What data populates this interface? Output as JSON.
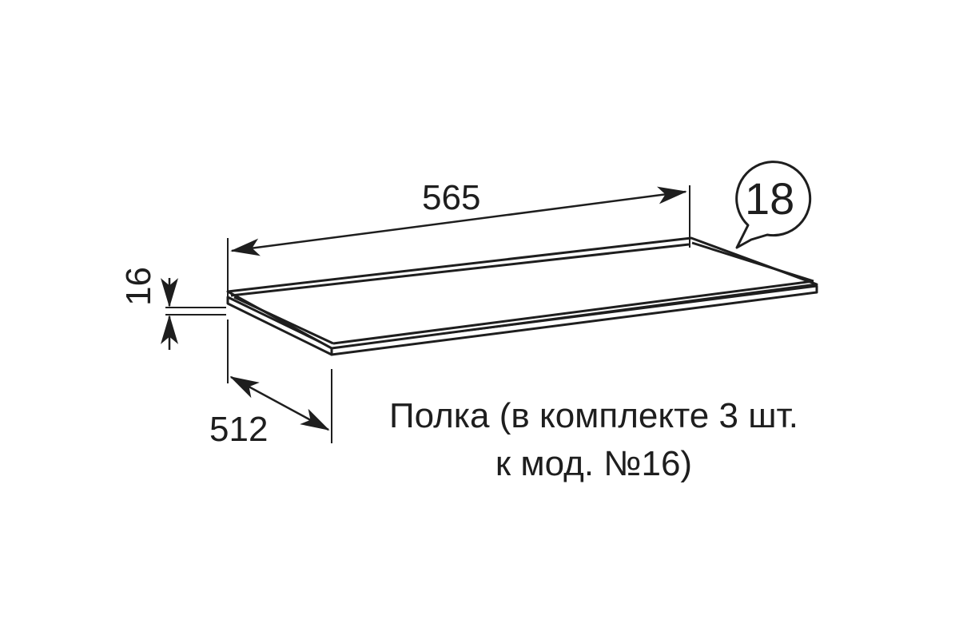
{
  "part": {
    "callout_number": "18",
    "caption_line_1": "Полка (в комплекте 3 шт.",
    "caption_line_2": "к мод. №16)"
  },
  "dimensions": {
    "length": "565",
    "depth": "512",
    "thickness": "16"
  },
  "colors": {
    "ink": "#1e1e1e",
    "background": "#ffffff"
  }
}
